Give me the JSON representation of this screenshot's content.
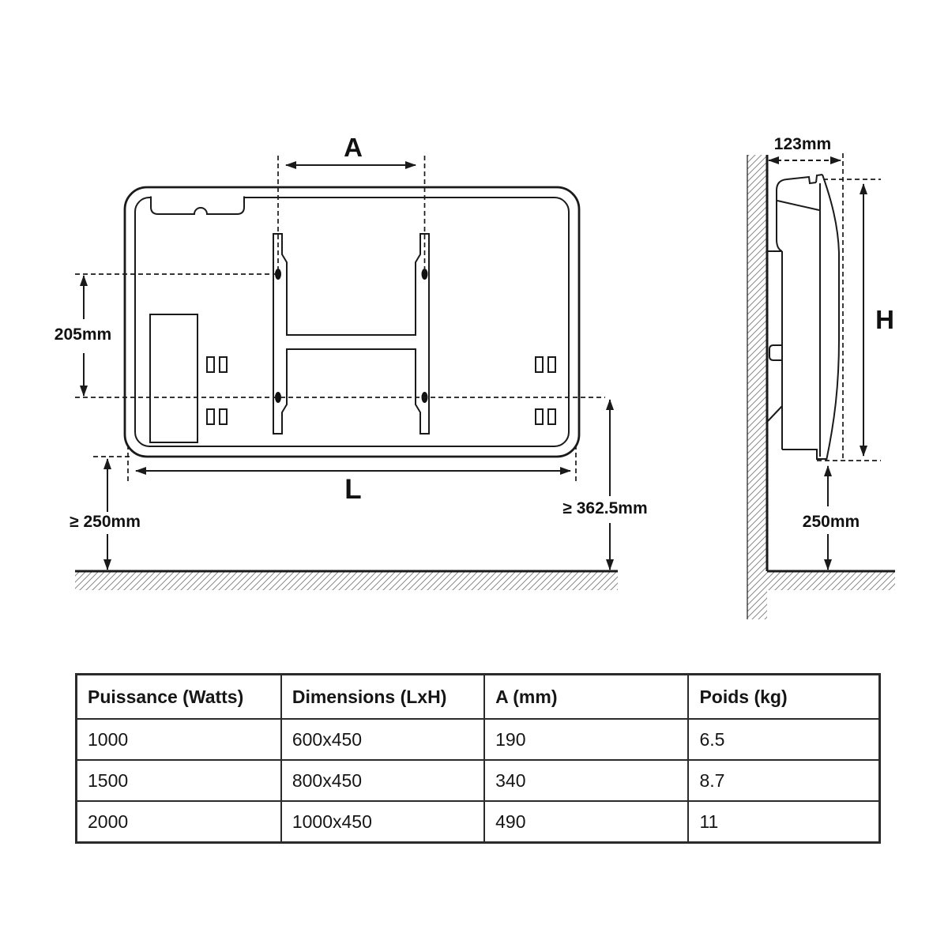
{
  "front_view": {
    "label_A": "A",
    "label_L": "L",
    "dim_bracket_hole_spacing": "205mm",
    "dim_min_floor_clearance": "≥ 250mm",
    "dim_min_bracket_height": "≥ 362.5mm"
  },
  "side_view": {
    "dim_depth": "123mm",
    "label_H": "H",
    "dim_floor_clearance": "250mm"
  },
  "table": {
    "headers": [
      "Puissance (Watts)",
      "Dimensions (LxH)",
      "A (mm)",
      "Poids (kg)"
    ],
    "rows": [
      [
        "1000",
        "600x450",
        "190",
        "6.5"
      ],
      [
        "1500",
        "800x450",
        "340",
        "8.7"
      ],
      [
        "2000",
        "1000x450",
        "490",
        "11"
      ]
    ]
  },
  "colors": {
    "line": "#1a1a1a",
    "hatch": "#8a8a8a",
    "table_border": "#2b2b2b",
    "background": "#ffffff"
  }
}
